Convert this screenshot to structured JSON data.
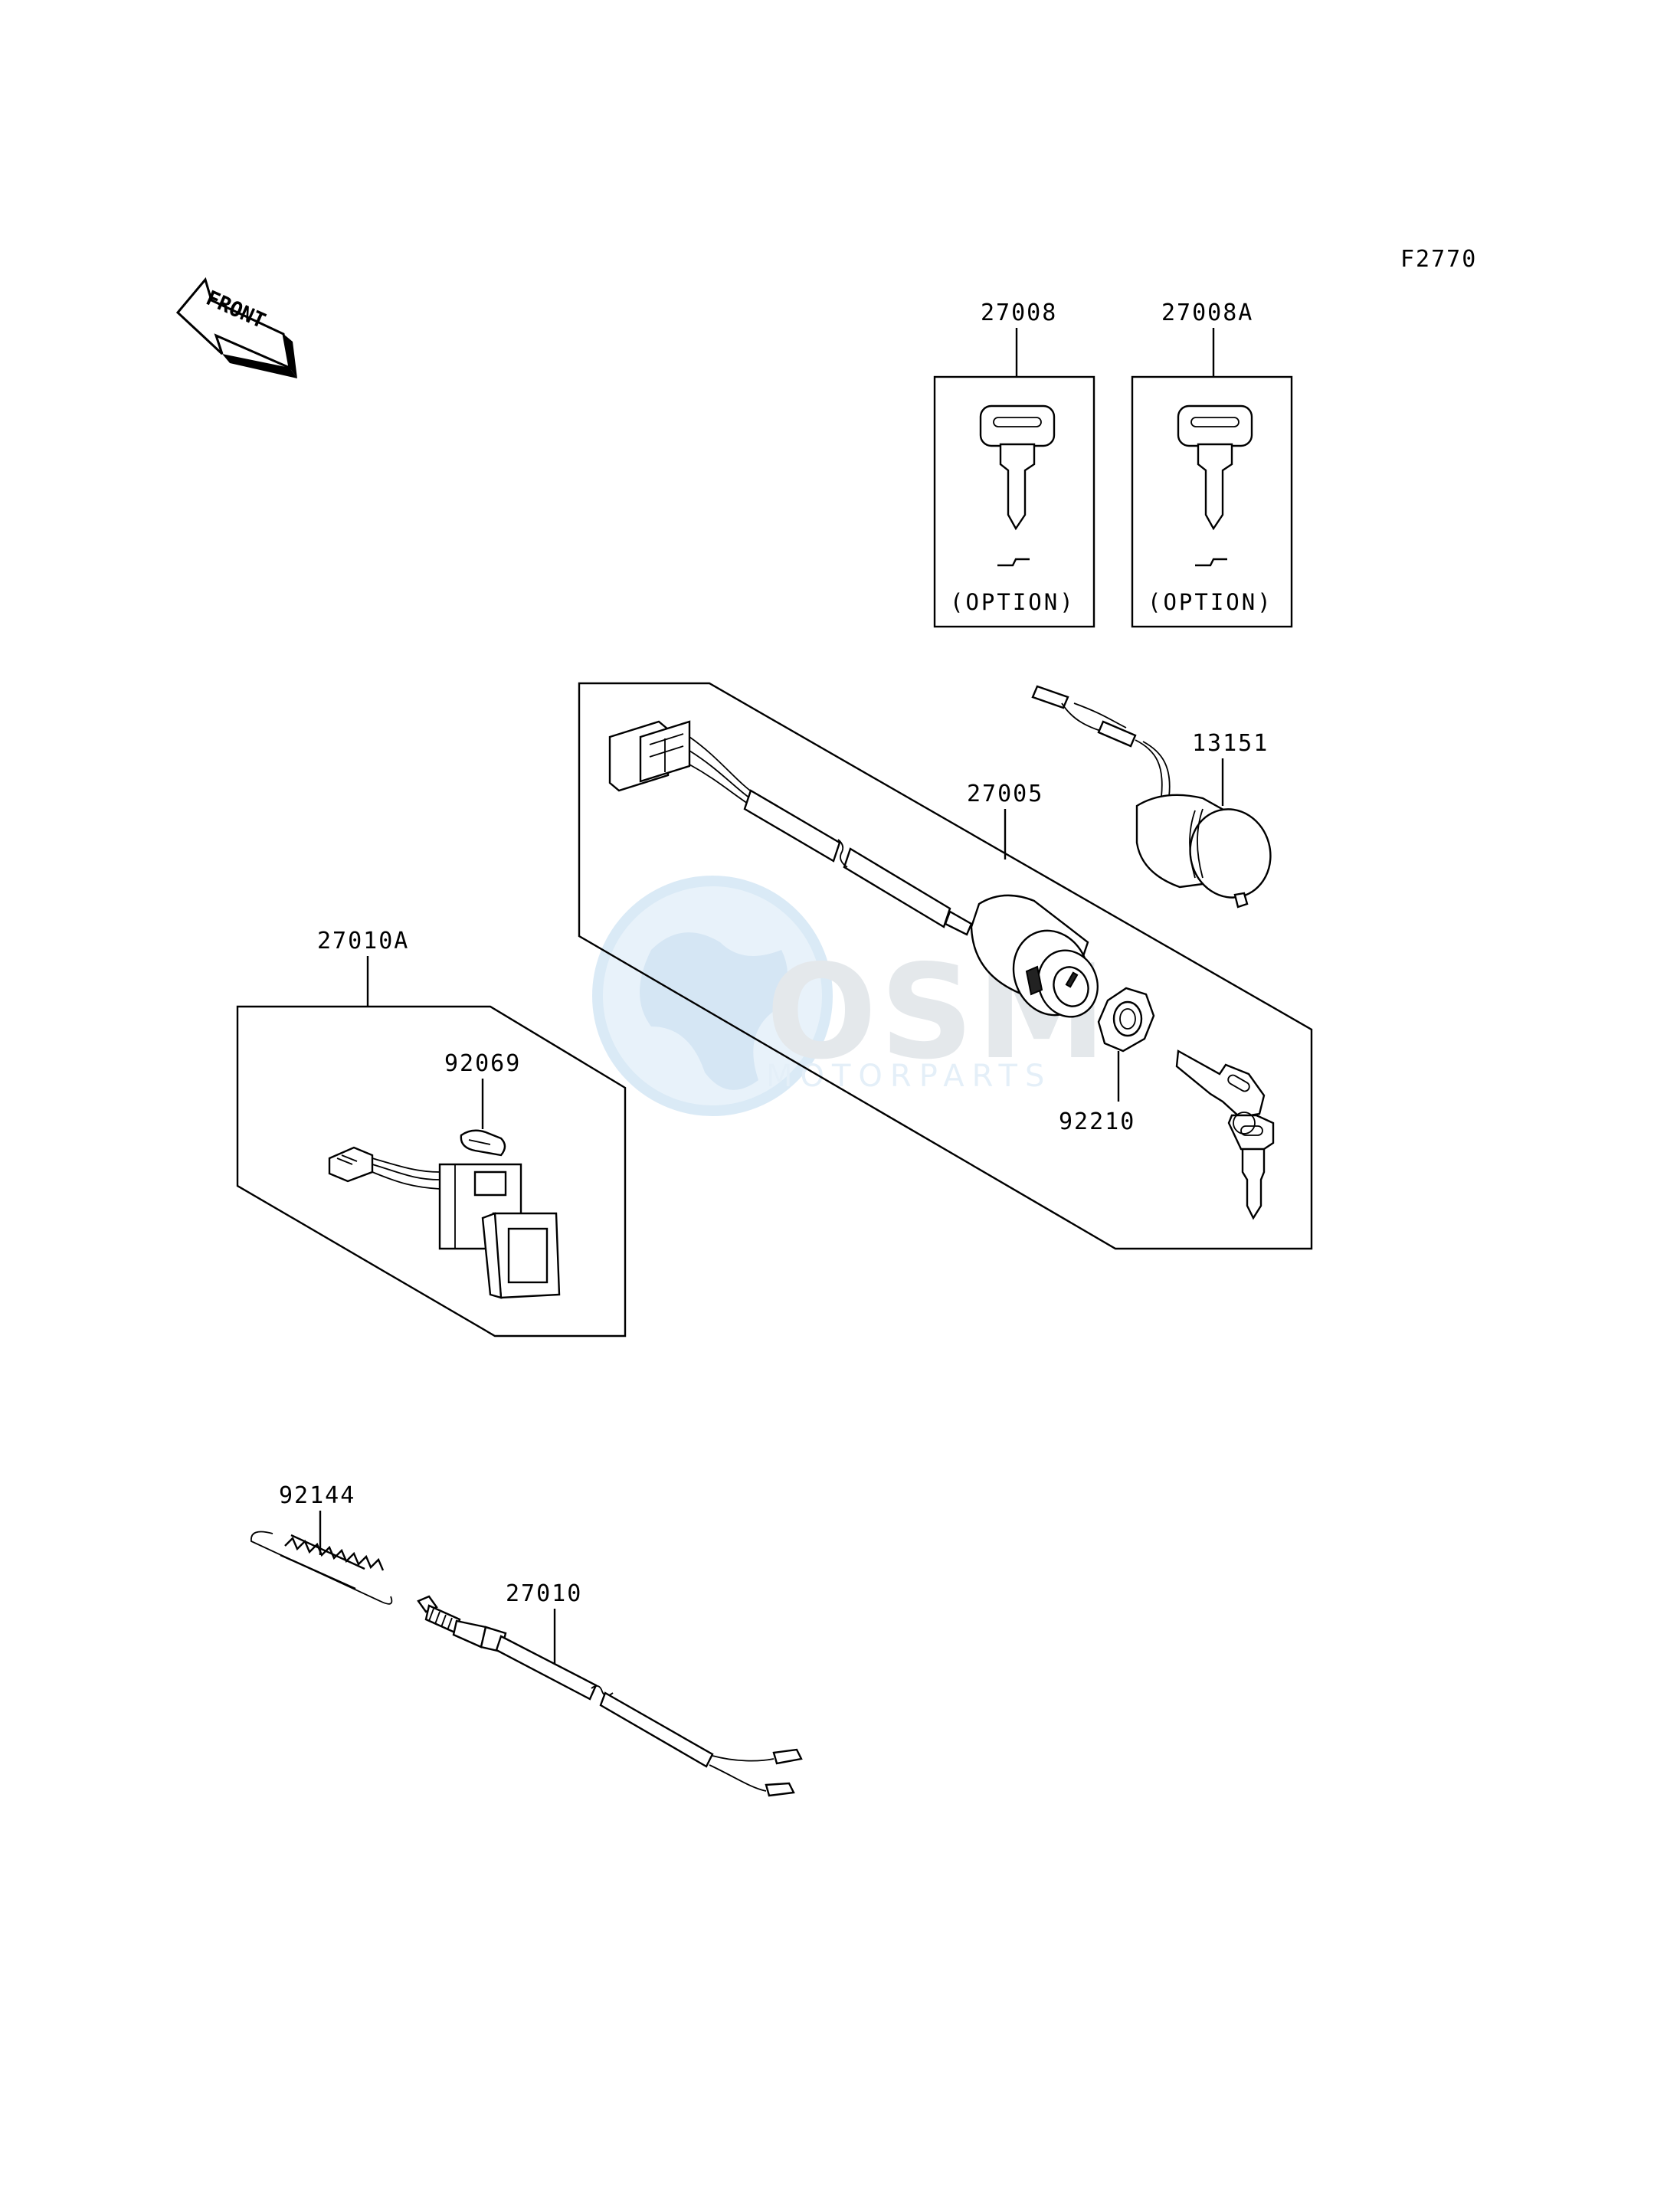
{
  "figure_code": "F2770",
  "front_arrow": {
    "text": "FRONT",
    "icon": "front-direction-arrow-icon"
  },
  "parts": {
    "p27008": {
      "number": "27008",
      "note": "(OPTION)"
    },
    "p27008A": {
      "number": "27008A",
      "note": "(OPTION)"
    },
    "p13151": {
      "number": "13151"
    },
    "p27005": {
      "number": "27005"
    },
    "p92210": {
      "number": "92210"
    },
    "p27010A": {
      "number": "27010A"
    },
    "p92069": {
      "number": "92069"
    },
    "p92144": {
      "number": "92144"
    },
    "p27010": {
      "number": "27010"
    }
  },
  "watermark": {
    "logo_text": "OSM",
    "subtitle": "MOTORPARTS",
    "color": "#cfe3f4"
  }
}
